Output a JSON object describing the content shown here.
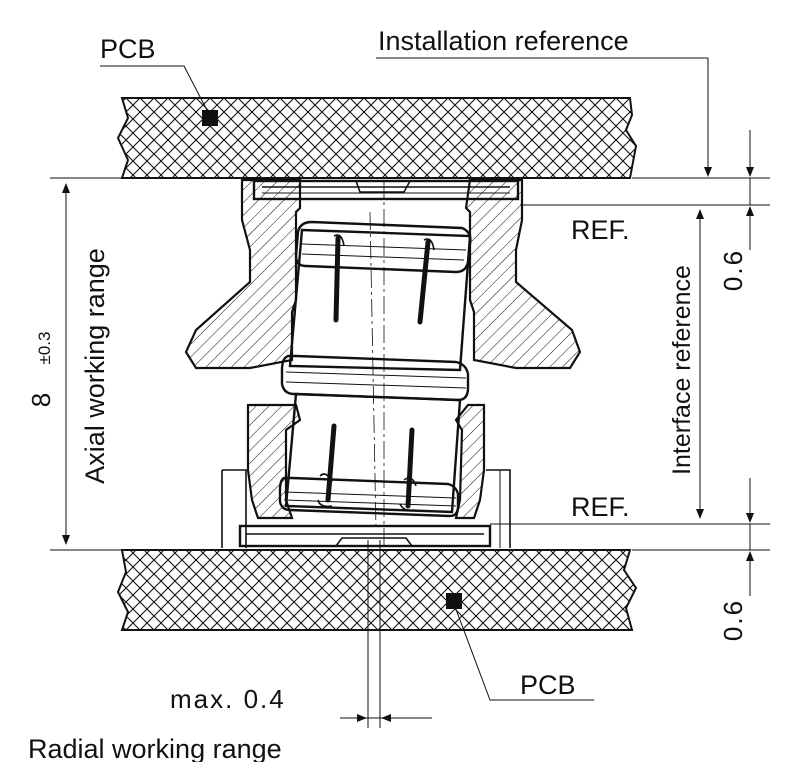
{
  "labels": {
    "pcb_top": "PCB",
    "pcb_bottom": "PCB",
    "installation_reference": "Installation reference",
    "interface_reference": "Interface reference",
    "ref_top": "REF.",
    "ref_bottom": "REF.",
    "axial_working_range": "Axial working range",
    "axial_dimension": "8",
    "axial_tolerance": "±0.3",
    "dim_top_right": "0.6",
    "dim_bottom_right": "0.6",
    "max_radial": "max. 0.4",
    "radial_working_range": "Radial working range"
  }
}
